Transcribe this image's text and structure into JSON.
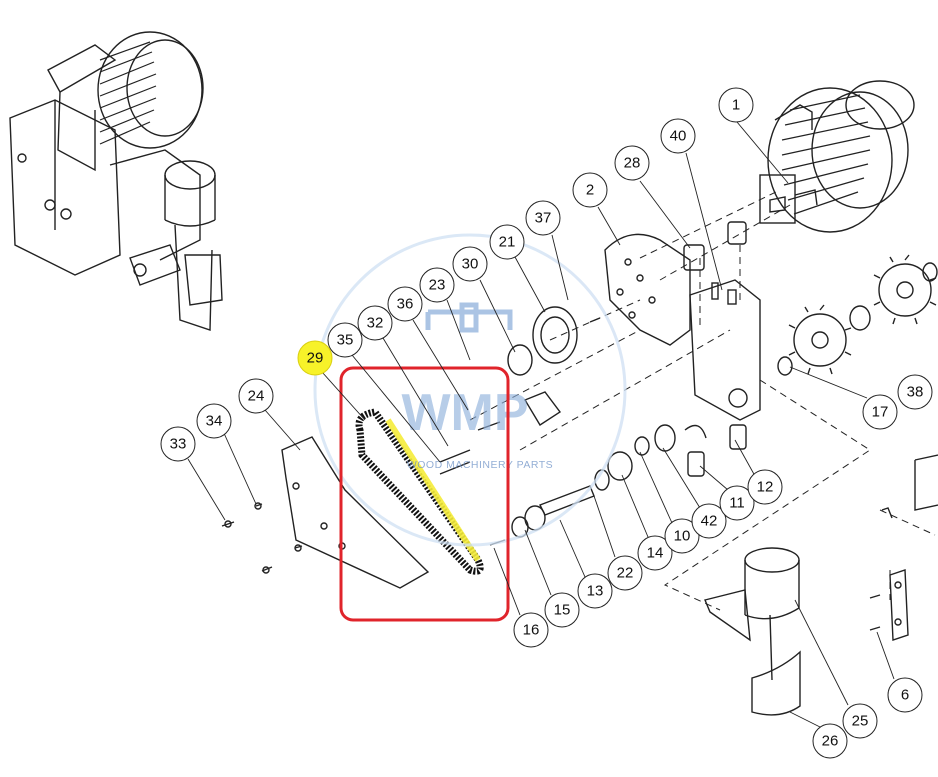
{
  "diagram": {
    "callouts": [
      {
        "label": "1"
      },
      {
        "label": "40"
      },
      {
        "label": "28"
      },
      {
        "label": "2"
      },
      {
        "label": "37"
      },
      {
        "label": "21"
      },
      {
        "label": "30"
      },
      {
        "label": "23"
      },
      {
        "label": "36"
      },
      {
        "label": "32"
      },
      {
        "label": "35"
      },
      {
        "label": "29"
      },
      {
        "label": "24"
      },
      {
        "label": "34"
      },
      {
        "label": "33"
      },
      {
        "label": "16"
      },
      {
        "label": "15"
      },
      {
        "label": "13"
      },
      {
        "label": "22"
      },
      {
        "label": "14"
      },
      {
        "label": "10"
      },
      {
        "label": "42"
      },
      {
        "label": "11"
      },
      {
        "label": "12"
      },
      {
        "label": "17"
      },
      {
        "label": "38"
      },
      {
        "label": "6"
      },
      {
        "label": "25"
      },
      {
        "label": "26"
      }
    ],
    "highlighted_part": "29",
    "highlight_color": "#f7f229",
    "selection_box_color": "#e0242b",
    "belt_highlight_color": "#f5ec3a"
  },
  "watermark": {
    "text": "WMP",
    "subtext": "WOOD MACHINERY PARTS",
    "color": "#8fb1dc"
  }
}
